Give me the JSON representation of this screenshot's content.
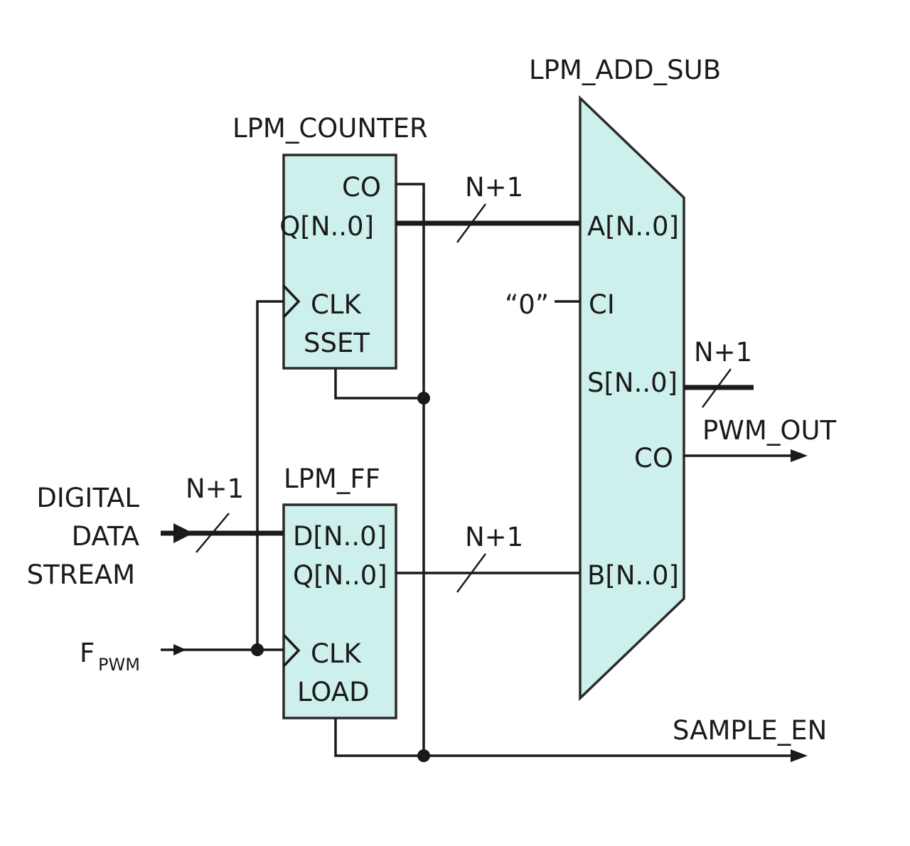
{
  "colors": {
    "block_fill": "#cdf0ec",
    "line": "#1a1a1a",
    "background": "#ffffff"
  },
  "blocks": {
    "counter": {
      "title": "LPM_COUNTER",
      "ports": {
        "co": "CO",
        "q": "Q[N..0]",
        "clk": "CLK",
        "sset": "SSET"
      }
    },
    "ff": {
      "title": "LPM_FF",
      "ports": {
        "d": "D[N..0]",
        "q": "Q[N..0]",
        "clk": "CLK",
        "load": "LOAD"
      }
    },
    "adder": {
      "title": "LPM_ADD_SUB",
      "ports": {
        "a": "A[N..0]",
        "ci": "CI",
        "s": "S[N..0]",
        "co": "CO",
        "b": "B[N..0]"
      }
    }
  },
  "signals": {
    "input_data": [
      "DIGITAL",
      "DATA",
      "STREAM"
    ],
    "fpwm_main": "F",
    "fpwm_sub": "PWM",
    "ci_const": "“0”",
    "pwm_out": "PWM_OUT",
    "sample_en": "SAMPLE_EN"
  },
  "bus_widths": {
    "counter_to_adder": "N+1",
    "ff_to_adder": "N+1",
    "adder_sum": "N+1",
    "data_in": "N+1"
  }
}
